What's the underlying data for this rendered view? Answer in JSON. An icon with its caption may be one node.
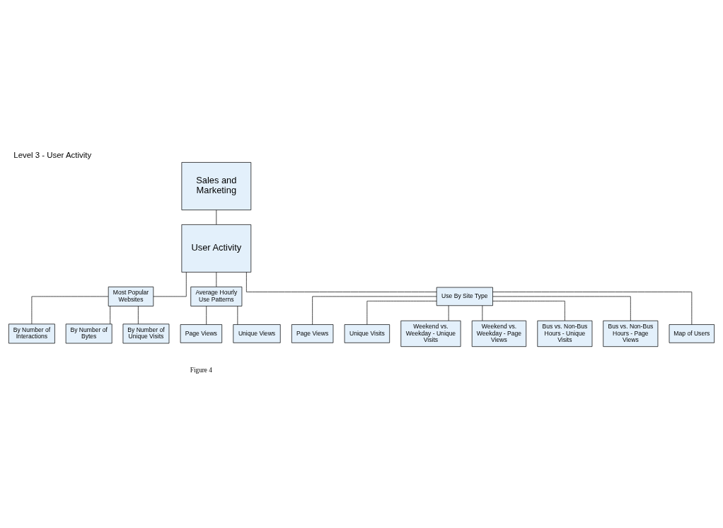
{
  "diagram": {
    "title": "Level 3 - User Activity",
    "caption": "Figure 4",
    "nodes": [
      {
        "text": [
          "Sales and Marketing"
        ]
      },
      {
        "text": [
          "User Activity"
        ]
      },
      {
        "text": [
          "Most Popular Websites"
        ]
      },
      {
        "text": [
          "By Number of Interactions"
        ]
      },
      {
        "text": [
          "By Number of Bytes"
        ]
      },
      {
        "text": [
          "By Number of Unique Visits"
        ]
      },
      {
        "text": [
          "Average Hourly Use Patterns"
        ]
      },
      {
        "text": [
          "Page Views"
        ]
      },
      {
        "text": [
          "Unique Views"
        ]
      },
      {
        "text": [
          "Use By Site Type"
        ]
      },
      {
        "text": [
          "Page Views"
        ]
      },
      {
        "text": [
          "Unique Visits"
        ]
      },
      {
        "text": [
          "Weekend vs. Weekday - Unique Visits"
        ]
      },
      {
        "text": [
          "Weekend vs. Weekday - Page Views"
        ]
      },
      {
        "text": [
          "Bus vs. Non-Bus Hours - Unique Visits"
        ]
      },
      {
        "text": [
          "Bus vs. Non-Bus Hours - Page Views"
        ]
      },
      {
        "text": [
          "Map of Users"
        ]
      }
    ],
    "edges": [
      {
        "from": 0,
        "to": 1,
        "arrow": "none"
      },
      {
        "from": 1,
        "to": 2,
        "arrow": "none"
      },
      {
        "from": 1,
        "to": 6,
        "arrow": "none"
      },
      {
        "from": 1,
        "to": 9,
        "arrow": "none"
      },
      {
        "from": 2,
        "to": 3,
        "arrow": "none"
      },
      {
        "from": 2,
        "to": 4,
        "arrow": "none"
      },
      {
        "from": 2,
        "to": 5,
        "arrow": "none"
      },
      {
        "from": 6,
        "to": 7,
        "arrow": "none"
      },
      {
        "from": 6,
        "to": 8,
        "arrow": "none"
      },
      {
        "from": 9,
        "to": 10,
        "arrow": "none"
      },
      {
        "from": 9,
        "to": 11,
        "arrow": "none"
      },
      {
        "from": 9,
        "to": 12,
        "arrow": "none"
      },
      {
        "from": 9,
        "to": 13,
        "arrow": "none"
      },
      {
        "from": 9,
        "to": 14,
        "arrow": "none"
      },
      {
        "from": 9,
        "to": 15,
        "arrow": "none"
      },
      {
        "from": 9,
        "to": 16,
        "arrow": "none"
      }
    ]
  }
}
